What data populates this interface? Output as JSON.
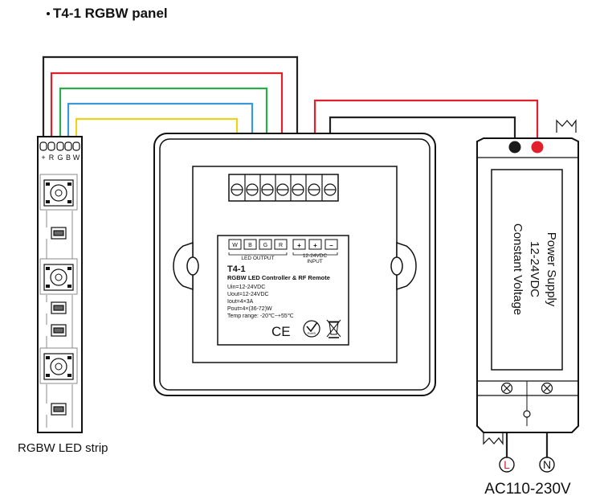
{
  "title": "T4-1  RGBW panel",
  "led_strip": {
    "caption": "RGBW LED strip",
    "pin_labels": [
      "+",
      "R",
      "G",
      "B",
      "W"
    ]
  },
  "controller": {
    "model": "T4-1",
    "description": "RGBW LED Controller & RF Remote",
    "output_terminals": [
      "W",
      "B",
      "G",
      "R"
    ],
    "input_terminals": [
      "+",
      "+",
      "–"
    ],
    "output_label": "LED OUTPUT",
    "input_voltage_label": "12-24VDC",
    "input_label": "INPUT",
    "specs": [
      "Uin=12-24VDC",
      "Uout=12-24VDC",
      "Iout=4×3A",
      "Pout=4×(36-72)W",
      "Temp range: -20℃~+55℃"
    ],
    "ce_mark": "CE",
    "rohs_mark": "RoHS"
  },
  "power_supply": {
    "lines": [
      "Power Supply",
      "12-24VDC",
      "Constant Voltage"
    ],
    "terminal_l": "L",
    "terminal_n": "N",
    "ac_label": "AC110-230V"
  },
  "colors": {
    "white_wire": "#222222",
    "red_wire": "#e0202a",
    "green_wire": "#2faa4a",
    "blue_wire": "#3a9ad9",
    "yellow_wire": "#ecd21c",
    "positive_dot": "#e0202a",
    "negative_dot": "#1a1a1a"
  }
}
